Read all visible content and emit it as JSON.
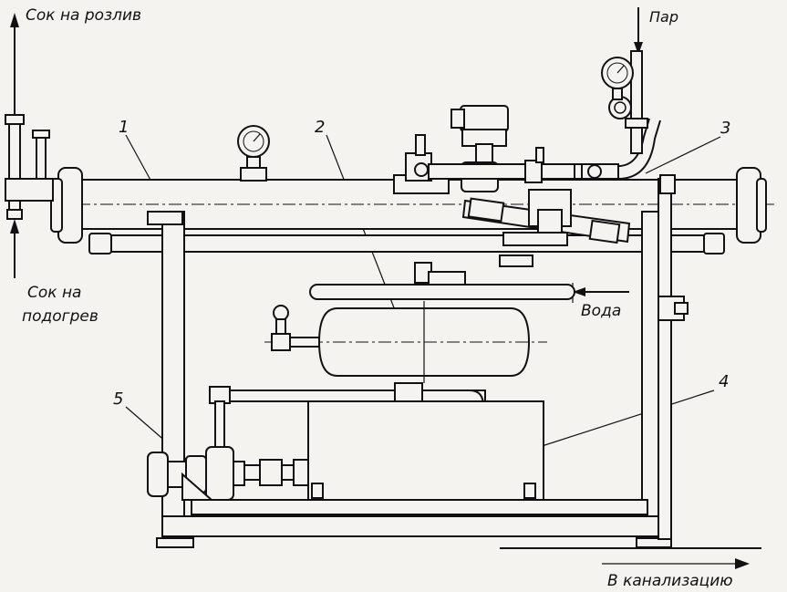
{
  "labels": {
    "juice_out": "Сок на розлив",
    "juice_in_line1": "Сок на",
    "juice_in_line2": "подогрев",
    "steam": "Пар",
    "water": "Вода",
    "drain": "В канализацию"
  },
  "callouts": {
    "c1": "1",
    "c2": "2",
    "c3": "3",
    "c4": "4",
    "c5": "5"
  }
}
